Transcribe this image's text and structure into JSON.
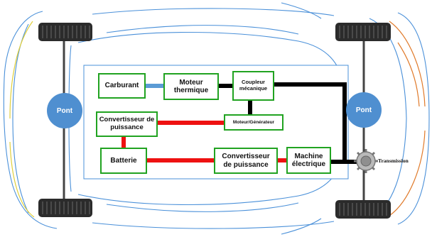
{
  "diagram": {
    "pont_label": "Pont",
    "boxes": {
      "carburant": "Carburant",
      "moteur_thermique": "Moteur thermique",
      "coupleur_mecanique": "Coupleur mécanique",
      "moteur_generateur": "Moteur/Générateur",
      "convertisseur_top": "Convertisseur de puissance",
      "batterie": "Batterie",
      "convertisseur_bottom": "Convertisseur de puissance",
      "machine_electrique": "Machine électrique"
    },
    "transmission_label": "Transmission",
    "colors": {
      "box_border": "#21a321",
      "electrical_link": "#ee1111",
      "mechanical_link": "#000000",
      "fuel_link": "#5b9bd5",
      "pont_fill": "#4f8fd0",
      "car_outline": "#4a90d9",
      "car_accent_left": "#e0cf3a",
      "car_accent_right": "#e07a2a"
    }
  }
}
